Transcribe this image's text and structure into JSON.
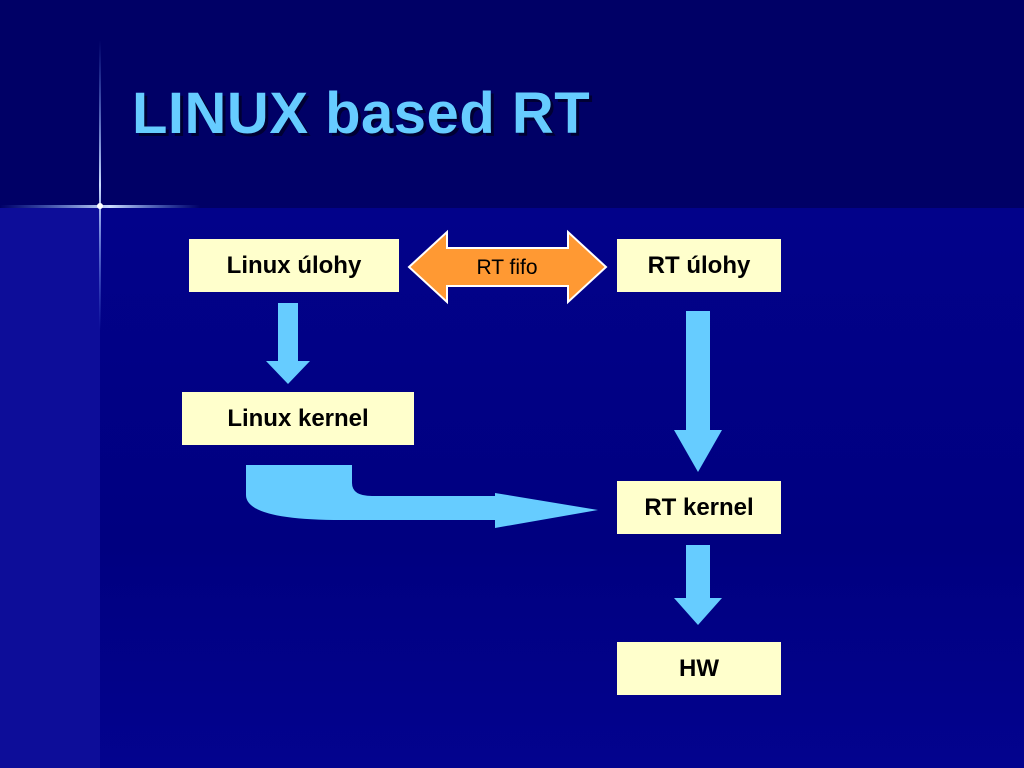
{
  "slide": {
    "title": "LINUX based RT"
  },
  "diagram": {
    "nodes": {
      "linux_tasks": "Linux úlohy",
      "rt_tasks": "RT úlohy",
      "linux_kernel": "Linux kernel",
      "rt_kernel": "RT kernel",
      "hw": "HW"
    },
    "fifo_label": "RT fifo",
    "colors": {
      "box_fill": "#ffffcc",
      "arrow_blue": "#66ccff",
      "fifo_orange": "#ff9933",
      "title": "#66ccff",
      "background": "#000080"
    }
  }
}
